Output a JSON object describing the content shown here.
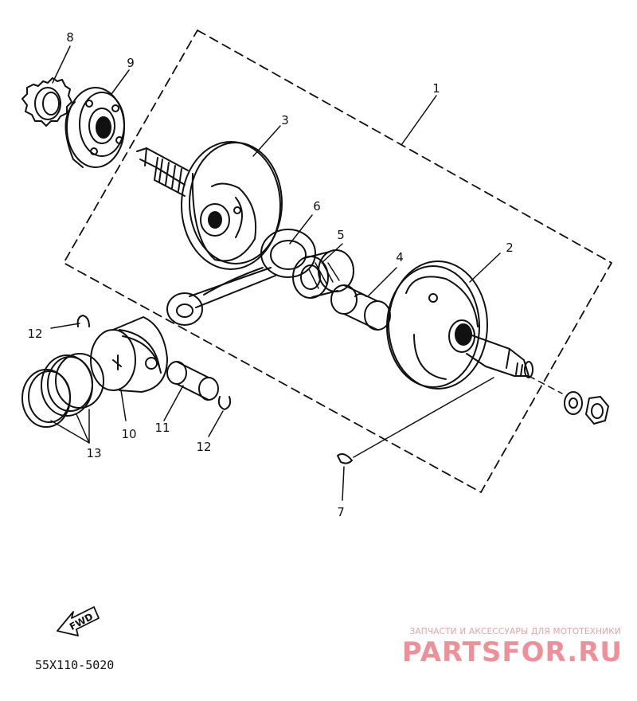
{
  "callouts": {
    "c1": "1",
    "c2": "2",
    "c3": "3",
    "c4": "4",
    "c5": "5",
    "c6": "6",
    "c7": "7",
    "c8": "8",
    "c9": "9",
    "c10": "10",
    "c11": "11",
    "c12a": "12",
    "c12b": "12",
    "c13": "13"
  },
  "fwd_label": "FWD",
  "diagram_code": "55X110-5020",
  "watermark": {
    "caption": "ЗАПЧАСТИ И АКСЕССУАРЫ ДЛЯ МОТОТЕХНИКИ",
    "logo": "PARTSFOR.RU"
  },
  "colors": {
    "ink": "#111111",
    "watermark": "#ef8f97"
  }
}
